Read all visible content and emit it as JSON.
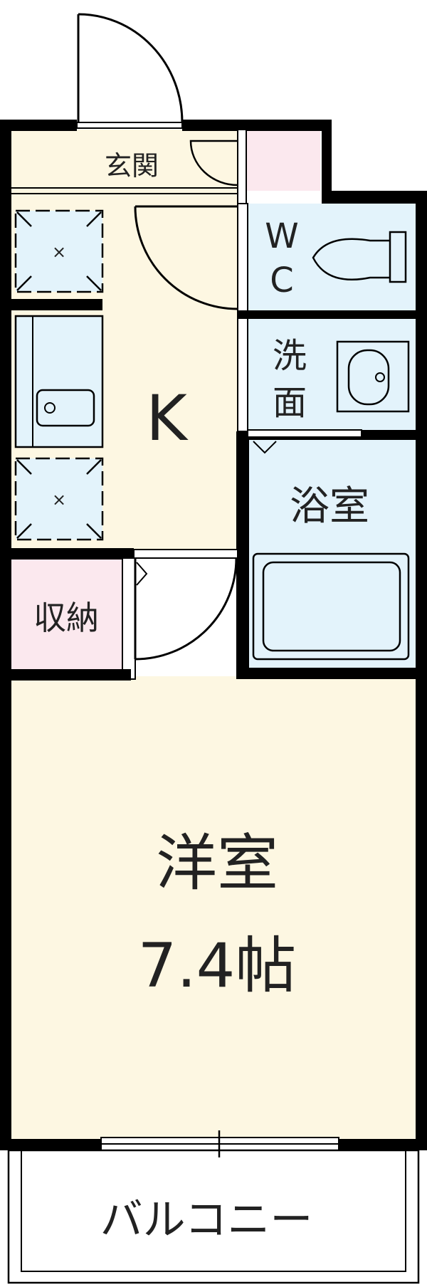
{
  "rooms": {
    "entrance": "玄関",
    "kitchen": "K",
    "wc_line1": "W",
    "wc_line2": "C",
    "washroom_line1": "洗",
    "washroom_line2": "面",
    "bath": "浴室",
    "storage": "収納",
    "western_room": "洋室",
    "western_room_size": "7.4帖",
    "balcony": "バルコニー"
  },
  "colors": {
    "wall": "#000000",
    "floor_main": "#fdf7e2",
    "wet_area": "#e3f3fb",
    "storage": "#fbe8ee",
    "window_glass": "#ffffff"
  }
}
